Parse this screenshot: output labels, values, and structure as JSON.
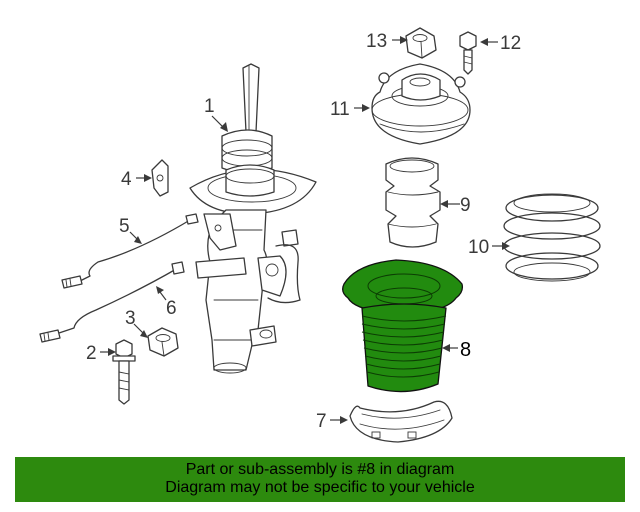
{
  "callouts": {
    "c1": "1",
    "c2": "2",
    "c3": "3",
    "c4": "4",
    "c5": "5",
    "c6": "6",
    "c7": "7",
    "c8": "8",
    "c9": "9",
    "c10": "10",
    "c11": "11",
    "c12": "12",
    "c13": "13"
  },
  "banner": {
    "line1": "Part or sub-assembly is #8 in diagram",
    "line2": "Diagram may not be specific to your vehicle"
  },
  "colors": {
    "highlight": "#228b0f",
    "banner": "#2d8a0e",
    "line": "#3a3a3a"
  }
}
